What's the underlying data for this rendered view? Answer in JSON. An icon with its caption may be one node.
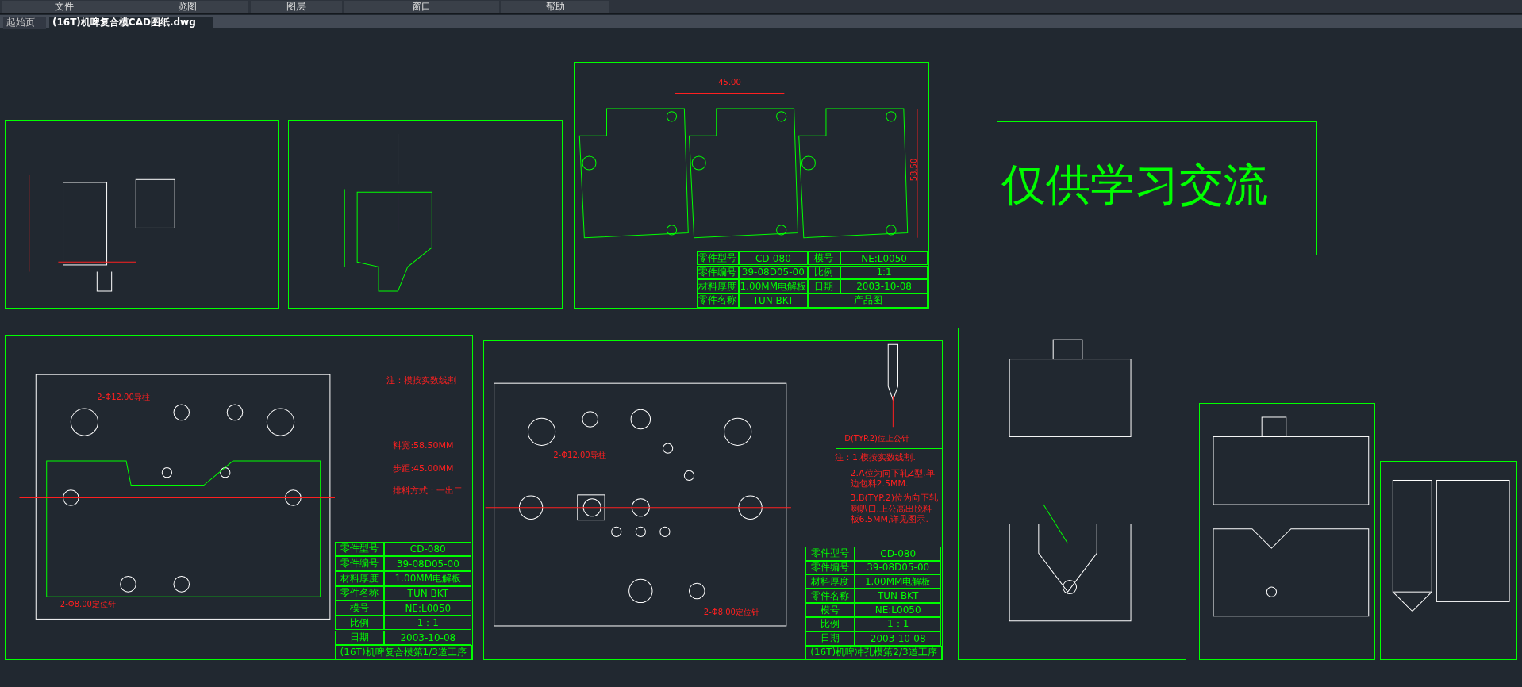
{
  "diagram": {
    "labels": [
      "文件",
      "览图",
      "图层",
      "窗口",
      "帮助",
      "起始页",
      "(16T)机啤复合模CAD图纸.dwg",
      "零件型号",
      "CD-080",
      "模号",
      "NE:L0050",
      "零件编号",
      "39-08D05-00",
      "比例",
      "1:1",
      "材料厚度",
      "1.00MM电解板",
      "日期",
      "2003-10-08",
      "零件名称",
      "TUN BKT",
      "产品图",
      "45.00",
      "58.50",
      "仅供学习交流",
      "注：模按实数线割",
      "料宽:58.50MM",
      "步距:45.00MM",
      "排料方式：一出二",
      "2-Φ12.00导柱",
      "2-Φ8.00定位针",
      "零件型号",
      "CD-080",
      "零件编号",
      "39-08D05-00",
      "材料厚度",
      "1.00MM电解板",
      "零件名称",
      "TUN BKT",
      "模号",
      "NE:L0050",
      "比例",
      "1：1",
      "日期",
      "2003-10-08",
      "(16T)机啤复合模第1/3道工序",
      "D(TYP.2)位上公针",
      "注：1.模按实数线割.",
      "2.A位为向下轧Z型,单边包料2.5MM.",
      "3.B(TYP.2)位为向下轧喇叭口,上公高出脱料板6.5MM,详见图示.",
      "2-Φ12.00导柱",
      "2-Φ8.00定位针",
      "零件型号",
      "CD-080",
      "零件编号",
      "39-08D05-00",
      "材料厚度",
      "1.00MM电解板",
      "零件名称",
      "TUN BKT",
      "模号",
      "NE:L0050",
      "比例",
      "1：1",
      "日期",
      "2003-10-08",
      "(16T)机啤冲孔模第2/3道工序"
    ]
  }
}
